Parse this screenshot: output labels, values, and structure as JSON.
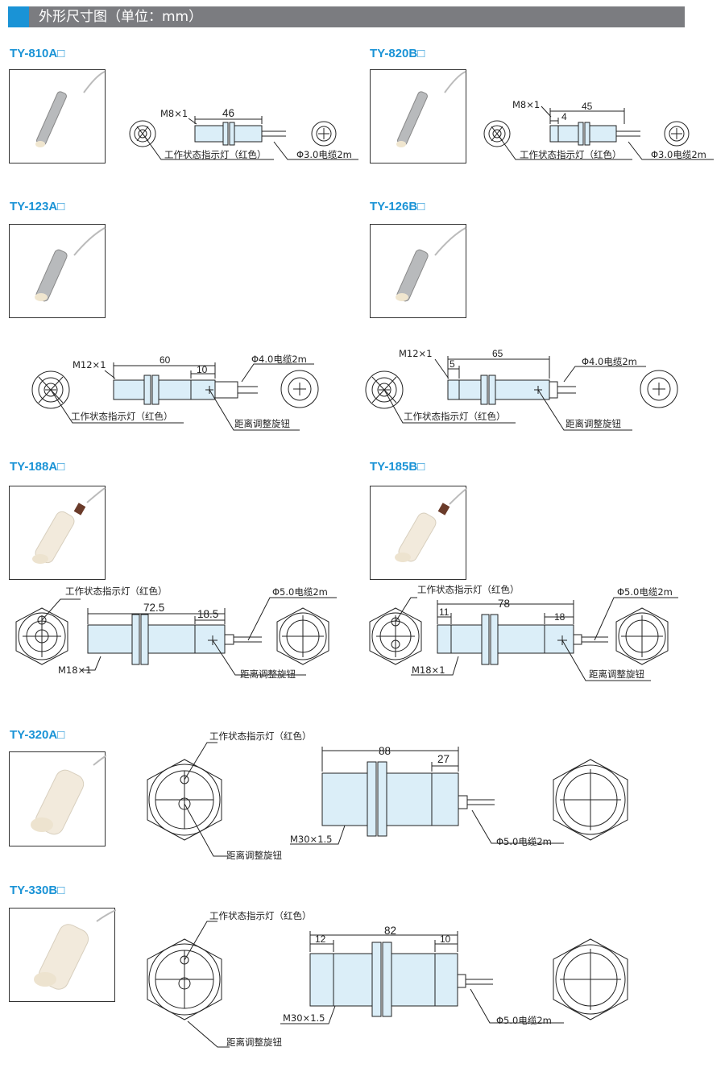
{
  "header": {
    "title": "外形尺寸图（单位：mm）",
    "accent_color": "#1a93d6",
    "bar_color": "#7b7c80"
  },
  "colors": {
    "model_blue": "#1a93d6",
    "body_fill": "#dbeef8",
    "line": "#222222"
  },
  "products": [
    {
      "model": "TY-810A□",
      "thread": "M8×1",
      "length": "46",
      "led": "工作状态指示灯（红色）",
      "cable": "Φ3.0电缆2m"
    },
    {
      "model": "TY-820B□",
      "thread": "M8×1",
      "length": "45",
      "front": "4",
      "led": "工作状态指示灯（红色）",
      "cable": "Φ3.0电缆2m"
    },
    {
      "model": "TY-123A□",
      "thread": "M12×1",
      "length": "60",
      "rear": "10",
      "led": "工作状态指示灯（红色）",
      "cable": "Φ4.0电缆2m",
      "knob": "距离调整旋钮"
    },
    {
      "model": "TY-126B□",
      "thread": "M12×1",
      "length": "65",
      "front": "5",
      "led": "工作状态指示灯（红色）",
      "cable": "Φ4.0电缆2m",
      "knob": "距离调整旋钮"
    },
    {
      "model": "TY-188A□",
      "thread": "M18×1",
      "length": "72.5",
      "rear": "18.5",
      "led": "工作状态指示灯（红色）",
      "cable": "Φ5.0电缆2m",
      "knob": "距离调整旋钮"
    },
    {
      "model": "TY-185B□",
      "thread": "M18×1",
      "length": "78",
      "front": "11",
      "rear": "18",
      "led": "工作状态指示灯（红色）",
      "cable": "Φ5.0电缆2m",
      "knob": "距离调整旋钮"
    },
    {
      "model": "TY-320A□",
      "thread": "M30×1.5",
      "length": "88",
      "rear": "27",
      "led": "工作状态指示灯（红色）",
      "cable": "Φ5.0电缆2m",
      "knob": "距离调整旋钮"
    },
    {
      "model": "TY-330B□",
      "thread": "M30×1.5",
      "length": "82",
      "front": "12",
      "rear": "10",
      "led": "工作状态指示灯（红色）",
      "cable": "Φ5.0电缆2m",
      "knob": "距离调整旋钮"
    }
  ]
}
